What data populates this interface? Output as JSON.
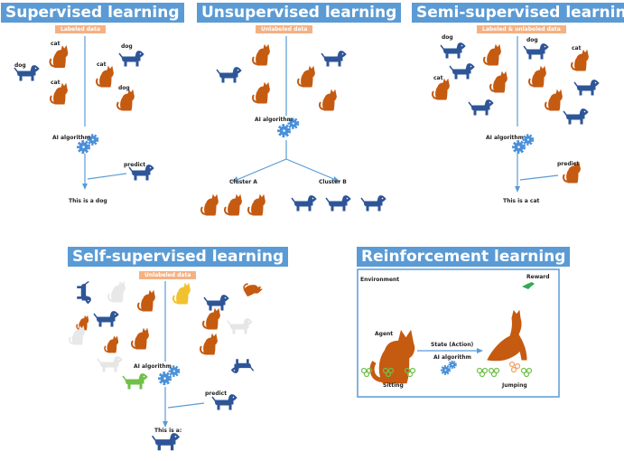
{
  "colors": {
    "title_bg": "#5b9bd5",
    "chip_bg": "#f4b183",
    "cat": "#c55a11",
    "dog": "#2e5597",
    "line": "#5b9bd5",
    "gear": "#4a90d9",
    "yellow_cat": "#f2c12e",
    "green_dog": "#70c04a",
    "white": "#f2f2f2",
    "panel_border": "#5b9bd5",
    "reward": "#33aa55"
  },
  "supervised": {
    "title": "Supervised learning",
    "chip": "Labeled data",
    "labels": {
      "cat1": "cat",
      "dog1": "dog",
      "dog2": "dog",
      "cat2": "cat",
      "cat3": "cat",
      "dog3": "dog"
    },
    "algorithm": "AI algorithm",
    "predict": "predict",
    "result": "This is a dog"
  },
  "unsupervised": {
    "title": "Unsupervised learning",
    "chip": "Unlabeled data",
    "algorithm": "AI algorithm",
    "cluster_a": "Cluster A",
    "cluster_b": "Cluster B"
  },
  "semi": {
    "title": "Semi-supervised learning",
    "chip": "Labeled & unlabeled data",
    "labels": {
      "dog1": "dog",
      "dog2": "dog",
      "cat1": "cat",
      "cat2": "cat"
    },
    "algorithm": "AI algorithm",
    "predict": "predict",
    "result": "This is a cat"
  },
  "self": {
    "title": "Self-supervised learning",
    "chip": "Unlabeled data",
    "algorithm": "AI algorithm",
    "predict": "predict",
    "result": "This is a:"
  },
  "reinforcement": {
    "title": "Reinforcement learning",
    "environment": "Environment",
    "reward": "Reward",
    "agent": "Agent",
    "state_action": "State (Action)",
    "algorithm": "AI algorithm",
    "sitting": "Sitting",
    "jumping": "Jumping"
  }
}
